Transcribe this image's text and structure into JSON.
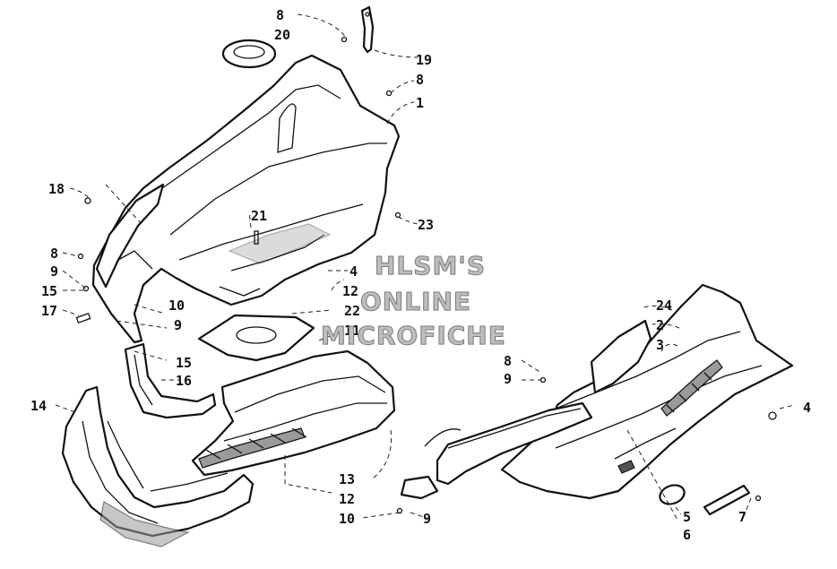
{
  "watermark": {
    "line1": "HLSM'S",
    "line2": "ONLINE",
    "line3": "MICROFICHE"
  },
  "callouts": [
    {
      "id": "c8a",
      "text": "8"
    },
    {
      "id": "c20",
      "text": "20"
    },
    {
      "id": "c19",
      "text": "19"
    },
    {
      "id": "c8b",
      "text": "8"
    },
    {
      "id": "c1",
      "text": "1"
    },
    {
      "id": "c18",
      "text": "18"
    },
    {
      "id": "c21",
      "text": "21"
    },
    {
      "id": "c23",
      "text": "23"
    },
    {
      "id": "c8c",
      "text": "8"
    },
    {
      "id": "c9a",
      "text": "9"
    },
    {
      "id": "c15a",
      "text": "15"
    },
    {
      "id": "c10a",
      "text": "10"
    },
    {
      "id": "c17",
      "text": "17"
    },
    {
      "id": "c9b",
      "text": "9"
    },
    {
      "id": "c4a",
      "text": "4"
    },
    {
      "id": "c12a",
      "text": "12"
    },
    {
      "id": "c22",
      "text": "22"
    },
    {
      "id": "c11",
      "text": "11"
    },
    {
      "id": "c15b",
      "text": "15"
    },
    {
      "id": "c16",
      "text": "16"
    },
    {
      "id": "c14",
      "text": "14"
    },
    {
      "id": "c13",
      "text": "13"
    },
    {
      "id": "c12b",
      "text": "12"
    },
    {
      "id": "c10b",
      "text": "10"
    },
    {
      "id": "c9c",
      "text": "9"
    },
    {
      "id": "c24",
      "text": "24"
    },
    {
      "id": "c2",
      "text": "2"
    },
    {
      "id": "c3",
      "text": "3"
    },
    {
      "id": "c8d",
      "text": "8"
    },
    {
      "id": "c9d",
      "text": "9"
    },
    {
      "id": "c4b",
      "text": "4"
    },
    {
      "id": "c5",
      "text": "5"
    },
    {
      "id": "c6",
      "text": "6"
    },
    {
      "id": "c7",
      "text": "7"
    }
  ]
}
